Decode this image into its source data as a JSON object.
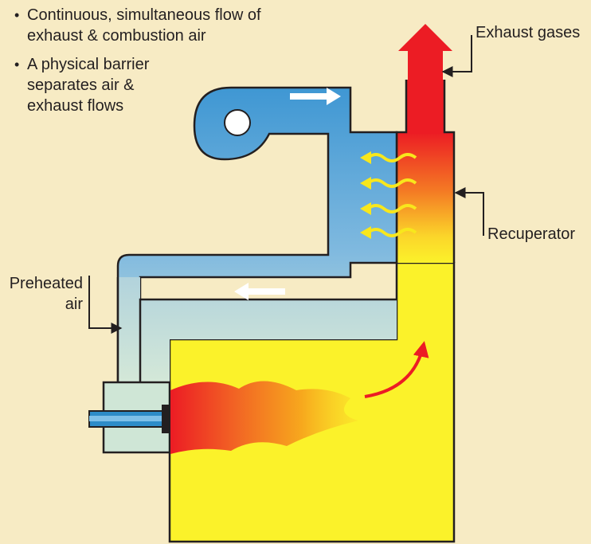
{
  "notes": [
    "Continuous, simultaneous flow of\nexhaust & combustion air",
    "A physical barrier\nseparates air &\nexhaust flows"
  ],
  "bullet_char": "•",
  "labels": {
    "exhaust_gases": "Exhaust gases",
    "recuperator": "Recuperator",
    "preheated_air": "Preheated\nair"
  },
  "colors": {
    "background": "#f7ebc4",
    "duct_blue": "#4a9fd6",
    "duct_pale": "#c5e0dd",
    "furnace_yellow": "#fbf22a",
    "exhaust_red": "#ec1c24",
    "flame_orange": "#f7941d",
    "flow_arrow_white": "#ffffff",
    "outline": "#231f20"
  }
}
